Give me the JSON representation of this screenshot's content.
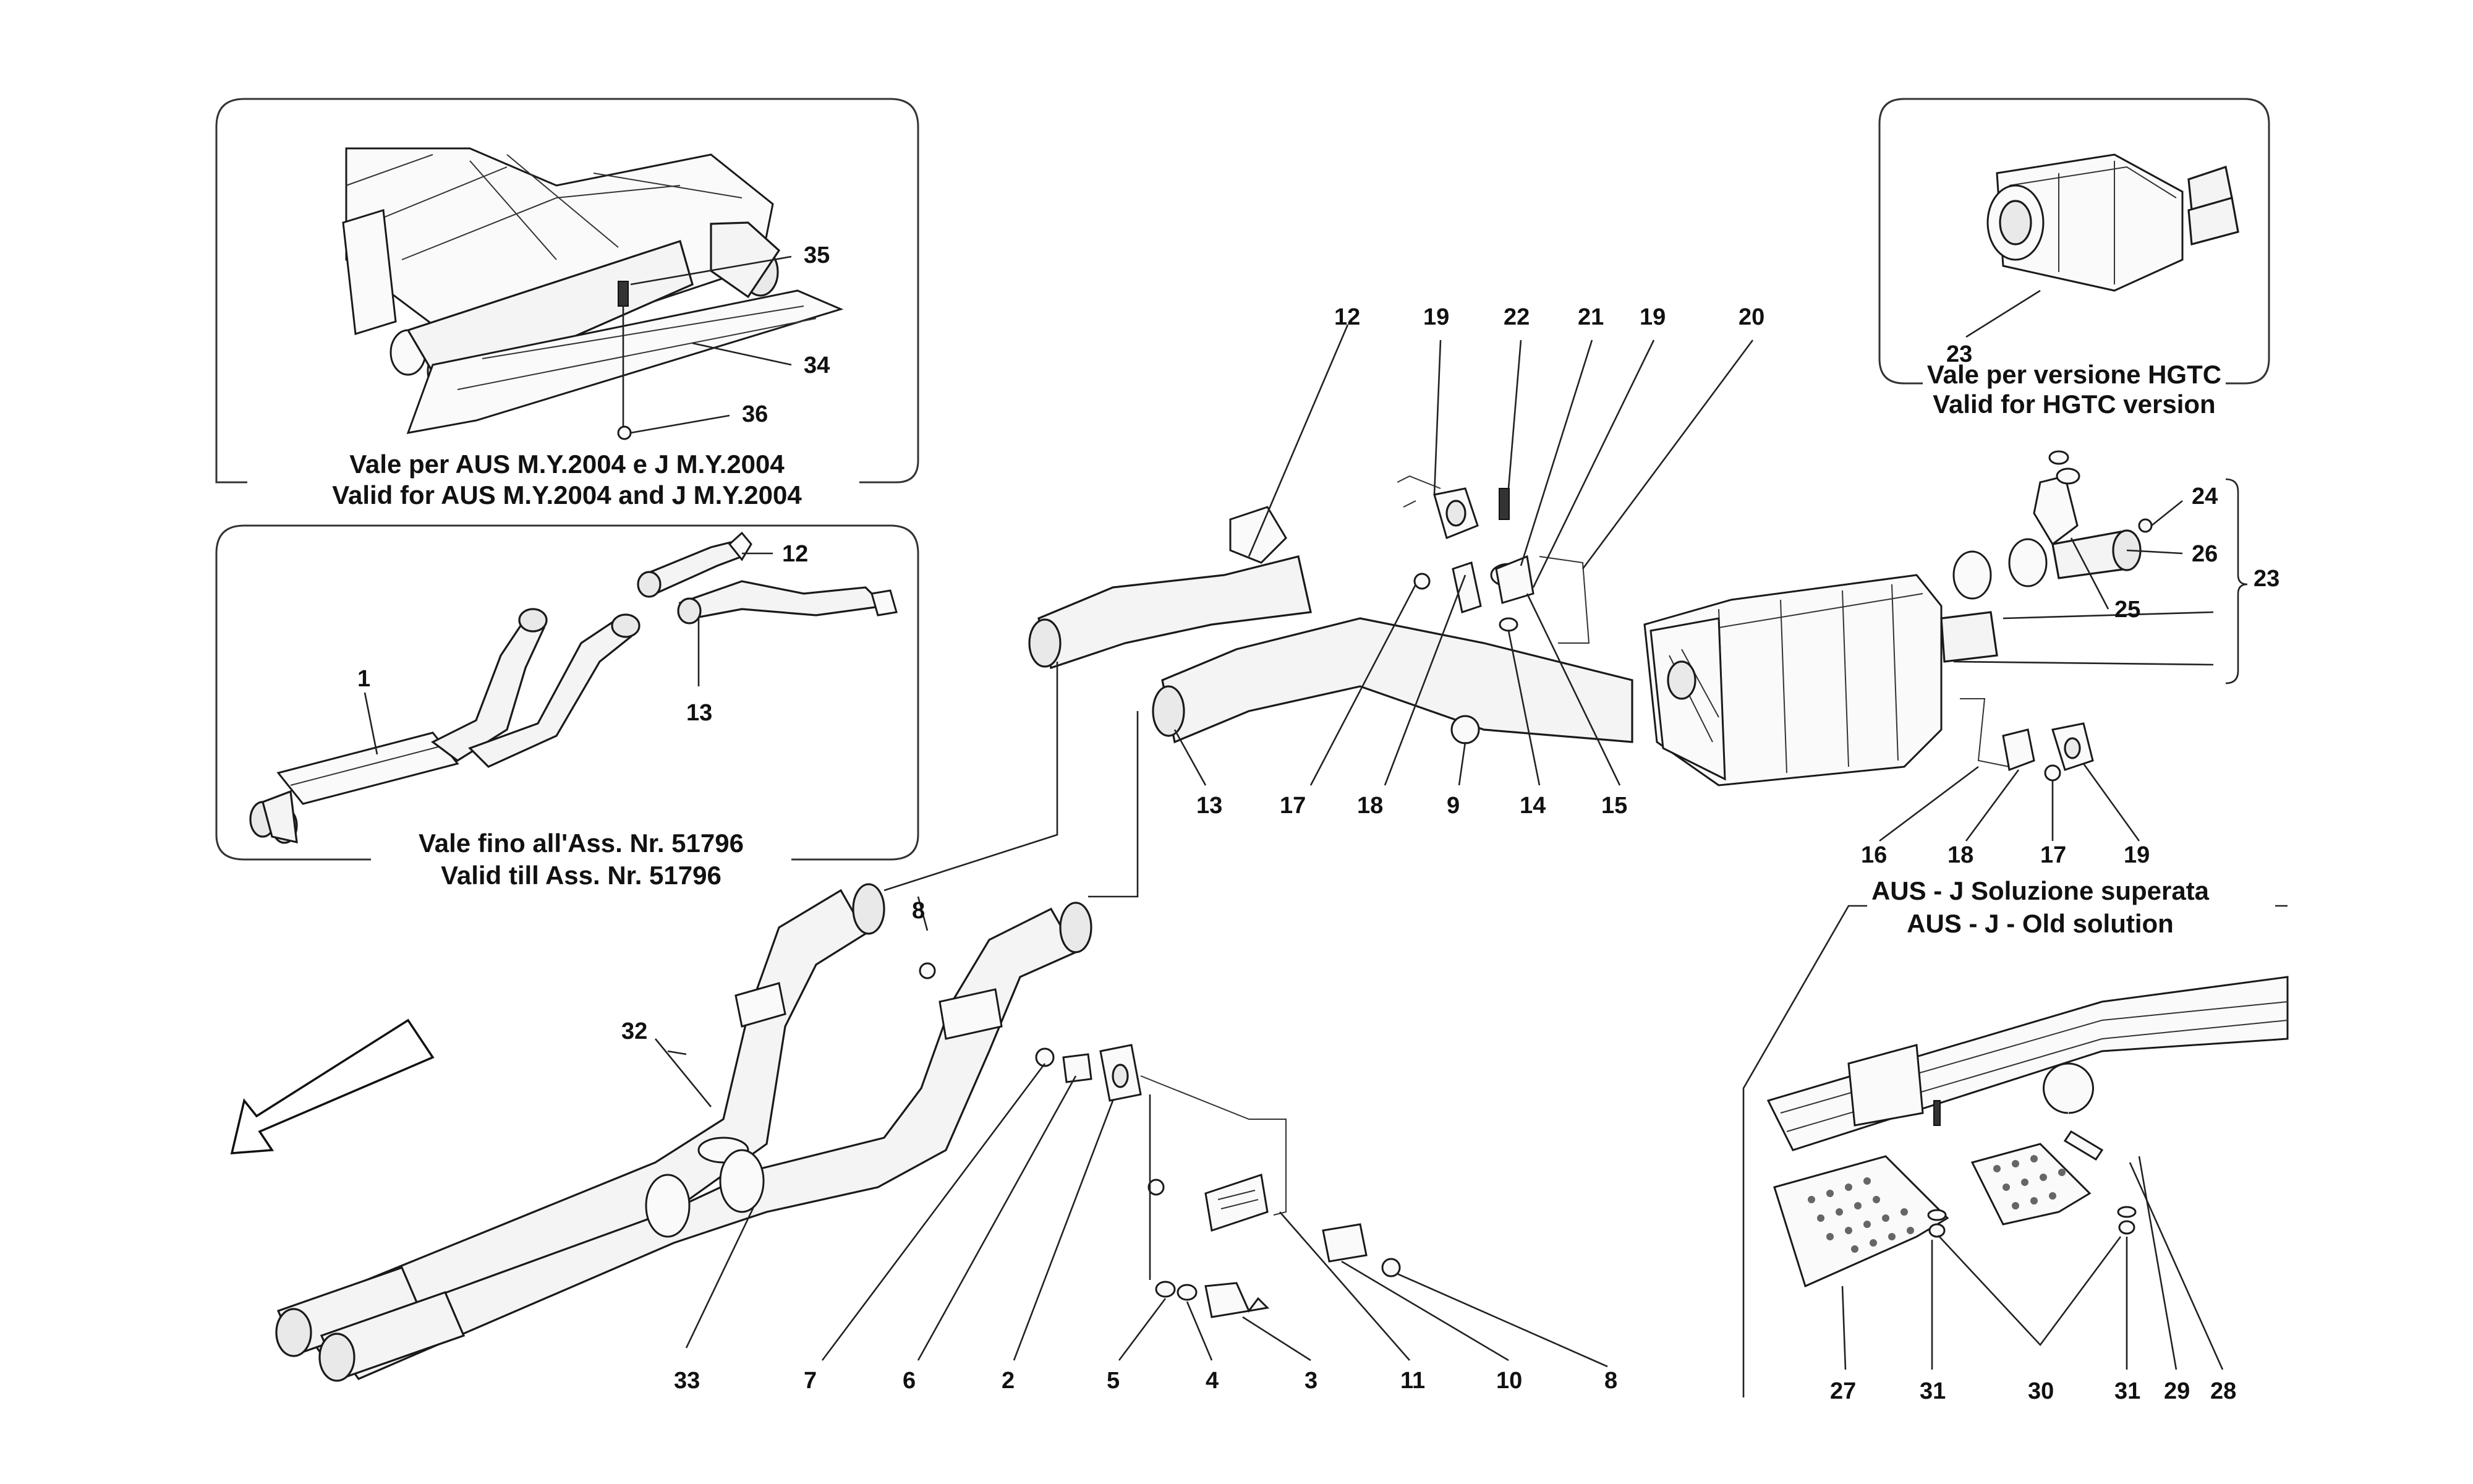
{
  "callouts": {
    "c12": "12",
    "c19a": "19",
    "c22": "22",
    "c21": "21",
    "c19b": "19",
    "c20": "20",
    "c13": "13",
    "c17": "17",
    "c18": "18",
    "c9": "9",
    "c14": "14",
    "c15": "15",
    "c16": "16",
    "c18b": "18",
    "c17b": "17",
    "c19c": "19",
    "c24": "24",
    "c26": "26",
    "c25": "25",
    "c23": "23",
    "c8a": "8",
    "c32": "32",
    "c33": "33",
    "c7": "7",
    "c6": "6",
    "c2": "2",
    "c5": "5",
    "c4": "4",
    "c3": "3",
    "c11": "11",
    "c10": "10",
    "c8b": "8",
    "c27": "27",
    "c31a": "31",
    "c30": "30",
    "c31b": "31",
    "c29": "29",
    "c28": "28"
  },
  "inset_aus": {
    "callouts": {
      "c35": "35",
      "c34": "34",
      "c36": "36"
    },
    "caption_line1": "Vale per AUS M.Y.2004 e J M.Y.2004",
    "caption_line2": "Valid for AUS M.Y.2004 and J M.Y.2004"
  },
  "inset_till": {
    "callouts": {
      "c1": "1",
      "c12": "12",
      "c13": "13"
    },
    "caption_line1": "Vale fino all'Ass. Nr. 51796",
    "caption_line2": "Valid till Ass. Nr. 51796"
  },
  "inset_hgtc": {
    "callouts": {
      "c23": "23"
    },
    "caption_line1": "Vale per versione HGTC",
    "caption_line2": "Valid for HGTC version"
  },
  "inset_old": {
    "caption_line1": "AUS - J  Soluzione superata",
    "caption_line2": "AUS - J - Old solution"
  },
  "icons": {
    "direction": "front-direction-arrow-icon"
  }
}
